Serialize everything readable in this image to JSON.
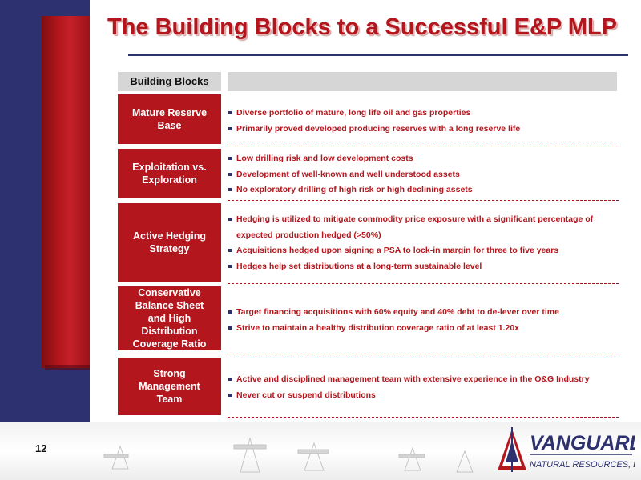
{
  "title": "The Building Blocks to a Successful E&P MLP",
  "header": {
    "label": "Building Blocks"
  },
  "blocks": [
    {
      "label": "Mature Reserve\nBase",
      "bullets": [
        "Diverse portfolio of mature, long life oil and gas properties",
        "Primarily proved developed producing reserves with a long reserve life"
      ]
    },
    {
      "label": "Exploitation vs.\nExploration",
      "bullets": [
        "Low drilling risk and low development costs",
        "Development of well-known and  well understood assets",
        "No exploratory drilling of high risk or high declining assets"
      ]
    },
    {
      "label": "Active Hedging\nStrategy",
      "bullets": [
        "Hedging is utilized to mitigate commodity price exposure with a significant percentage of expected production hedged (>50%)",
        "Acquisitions hedged upon signing a PSA to lock-in margin for three to five years",
        "Hedges help set distributions at a long-term sustainable level"
      ]
    },
    {
      "label": "Conservative\nBalance Sheet\nand High\nDistribution\nCoverage Ratio",
      "bullets": [
        "Target financing acquisitions with 60% equity and 40% debt to de-lever over time",
        "Strive to maintain a healthy distribution coverage ratio of at least 1.20x"
      ]
    },
    {
      "label": "Strong\nManagement\nTeam",
      "bullets": [
        "Active and disciplined management team with extensive experience in the O&G Industry",
        "Never cut or suspend distributions"
      ]
    }
  ],
  "footer": {
    "page_number": "12",
    "logo_name": "VANGUARD",
    "logo_sub": "NATURAL RESOURCES, LLC"
  },
  "colors": {
    "brand_red": "#b3161c",
    "navy": "#2e3170",
    "header_gray": "#d6d6d6"
  }
}
